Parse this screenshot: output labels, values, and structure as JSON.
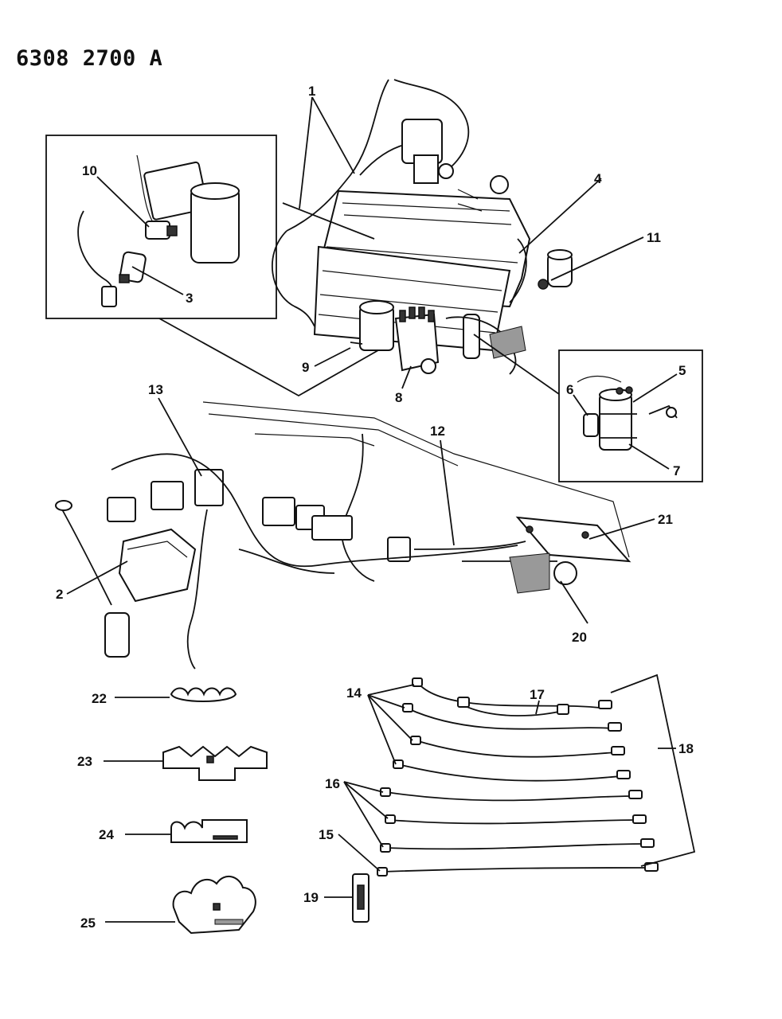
{
  "header": {
    "doc_code": "6308 2700 A"
  },
  "callouts": {
    "c1": "1",
    "c2": "2",
    "c3": "3",
    "c4": "4",
    "c5": "5",
    "c6": "6",
    "c7": "7",
    "c8": "8",
    "c9": "9",
    "c10": "10",
    "c11": "11",
    "c12": "12",
    "c13": "13",
    "c14": "14",
    "c15": "15",
    "c16": "16",
    "c17": "17",
    "c18": "18",
    "c19": "19",
    "c20": "20",
    "c21": "21",
    "c22": "22",
    "c23": "23",
    "c24": "24",
    "c25": "25"
  }
}
